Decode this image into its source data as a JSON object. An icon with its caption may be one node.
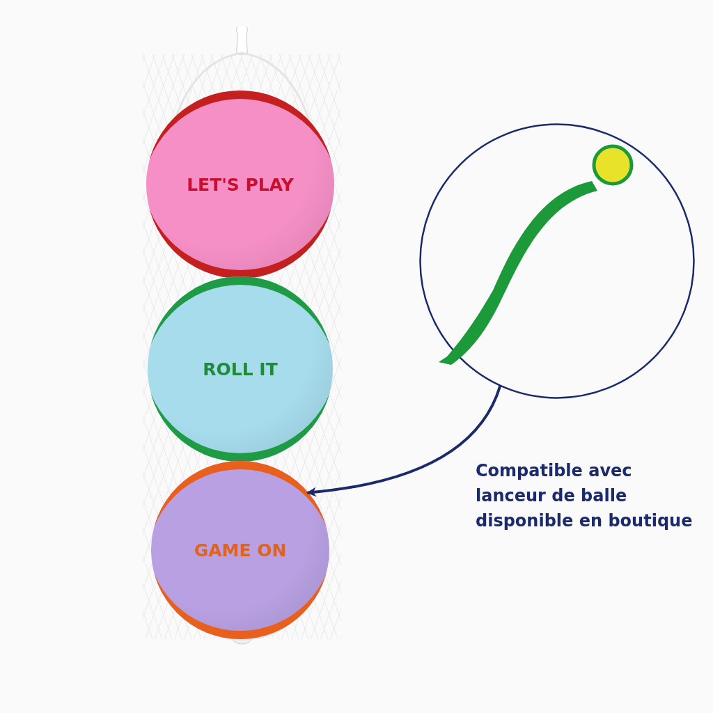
{
  "diagram": {
    "nodes": [
      {
        "text": [],
        "shape": "picture"
      },
      {
        "text": [
          "LET'S PLAY"
        ],
        "in": 0
      },
      {
        "text": [
          "ROLL IT"
        ],
        "in": 0
      },
      {
        "text": [
          "GAME ON"
        ],
        "in": 0
      },
      {
        "text": [],
        "shape": "circle"
      }
    ],
    "edges": [
      {
        "from": 4,
        "to": 3,
        "arrow": "to"
      }
    ],
    "labels": [
      "Compatible avec lanceur de balle disponible en boutique"
    ]
  }
}
